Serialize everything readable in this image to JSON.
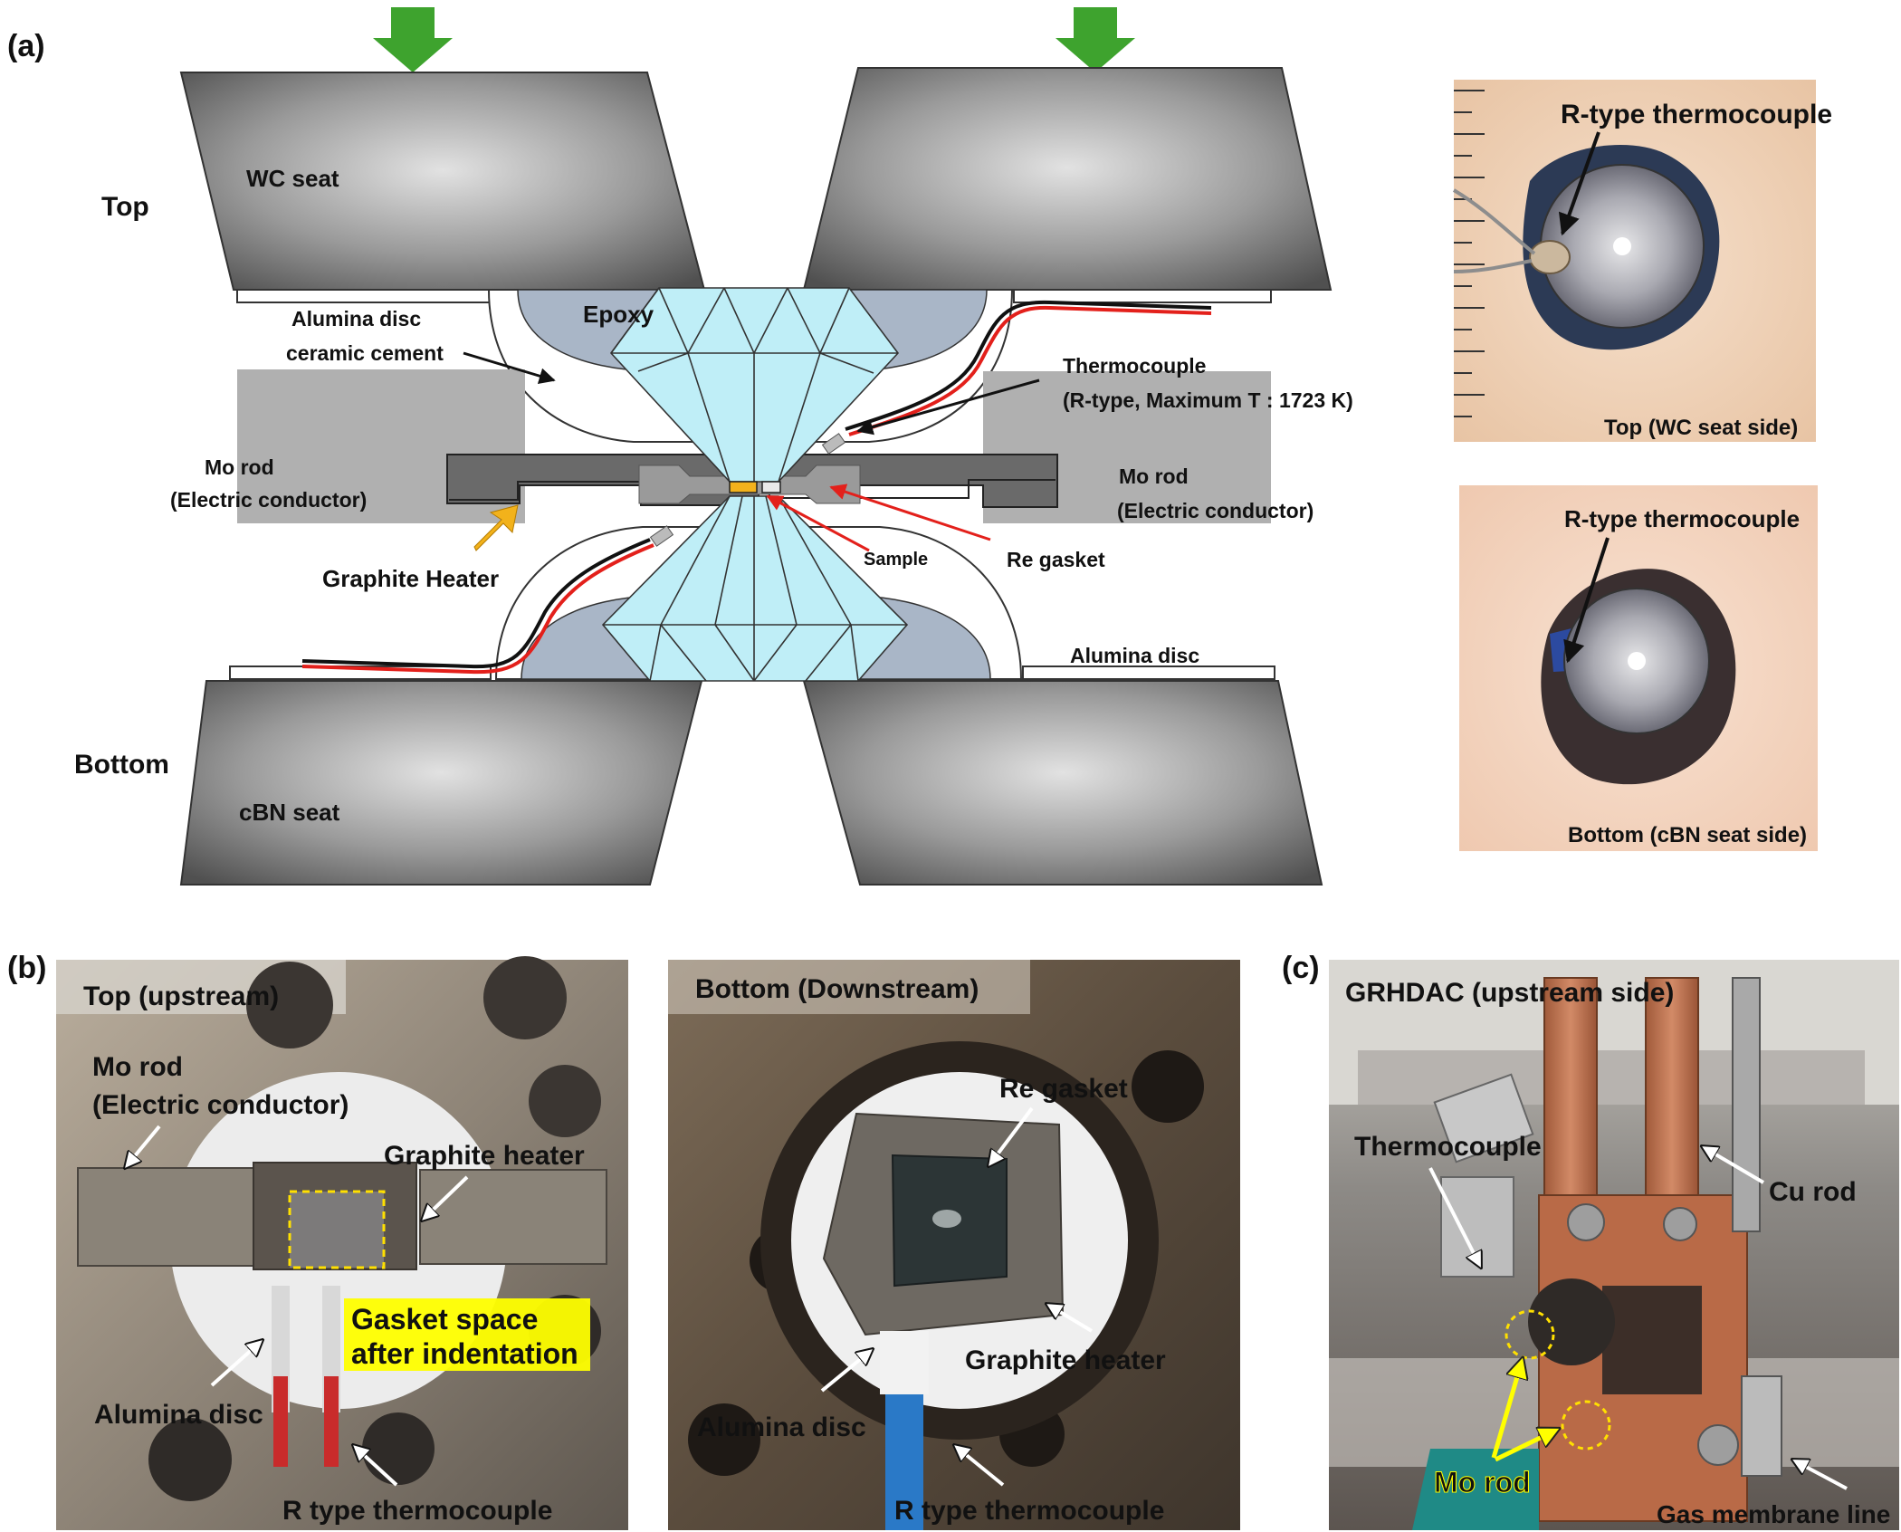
{
  "panels": {
    "a": "(a)",
    "b": "(b)",
    "c": "(c)"
  },
  "schematic": {
    "top": "Top",
    "bottom": "Bottom",
    "wc_seat": "WC seat",
    "cbn_seat": "cBN seat",
    "epoxy": "Epoxy",
    "alumina_disc_top": "Alumina disc",
    "ceramic_cement": "ceramic cement",
    "thermocouple": "Thermocouple",
    "thermocouple_spec": "(R-type, Maximum T : 1723 K)",
    "mo_rod_left_1": "Mo rod",
    "mo_rod_left_2": "(Electric conductor)",
    "mo_rod_right_1": "Mo rod",
    "mo_rod_right_2": "(Electric conductor)",
    "graphite_heater": "Graphite Heater",
    "sample": "Sample",
    "re_gasket": "Re gasket",
    "alumina_disc_bottom": "Alumina disc"
  },
  "photos_a": {
    "top_label": "R-type thermocouple",
    "top_caption": "Top (WC seat side)",
    "bottom_label": "R-type thermocouple",
    "bottom_caption": "Bottom (cBN seat side)"
  },
  "panel_b_left": {
    "title": "Top (upstream)",
    "mo_rod_1": "Mo rod",
    "mo_rod_2": "(Electric conductor)",
    "graphite_heater": "Graphite heater",
    "gasket_space_1": "Gasket space",
    "gasket_space_2": "after indentation",
    "alumina_disc": "Alumina disc",
    "r_type": "R type thermocouple"
  },
  "panel_b_right": {
    "title": "Bottom (Downstream)",
    "re_gasket": "Re gasket",
    "graphite_heater": "Graphite heater",
    "alumina_disc": "Alumina disc",
    "r_type": "R type thermocouple"
  },
  "panel_c": {
    "title": "GRHDAC (upstream side)",
    "thermocouple": "Thermocouple",
    "cu_rod": "Cu rod",
    "mo_rod": "Mo rod",
    "gas_line": "Gas membrane line"
  },
  "colors": {
    "seat_dark": "#5a5a5a",
    "seat_light": "#d8d8d8",
    "diamond": "#bfeef7",
    "epoxy": "#a9b6c7",
    "mo_rod": "#b0b0b0",
    "heater": "#6a6a6a",
    "arrow_green": "#3ea32e",
    "arrow_orange": "#f2b21b",
    "red": "#e3201b",
    "highlight": "#ffff00"
  }
}
